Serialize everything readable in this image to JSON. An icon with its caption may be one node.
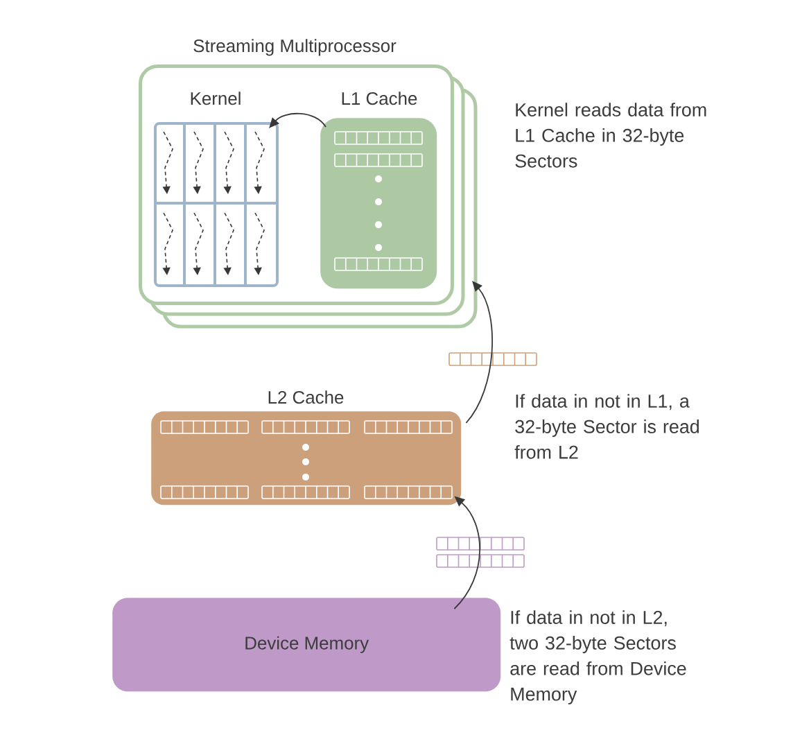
{
  "diagram": {
    "nodes": [
      {
        "text": [
          "Streaming Multiprocessor"
        ]
      },
      {
        "text": [
          "Kernel"
        ],
        "in": 0
      },
      {
        "text": [
          "L1 Cache"
        ],
        "in": 0
      },
      {
        "text": [
          "L2 Cache"
        ]
      },
      {
        "text": [
          "Device Memory"
        ]
      }
    ],
    "edges": [
      {
        "from": 2,
        "to": 1,
        "arrow": "to"
      },
      {
        "from": 3,
        "to": 0,
        "arrow": "to"
      },
      {
        "from": 4,
        "to": 3,
        "arrow": "to"
      }
    ],
    "labels": [
      "Kernel reads data from L1 Cache in 32-byte Sectors",
      "If data in not in L1, a 32-byte Sector is read from L2",
      "If data in not in L2, two 32-byte Sectors are read from Device Memory"
    ]
  }
}
